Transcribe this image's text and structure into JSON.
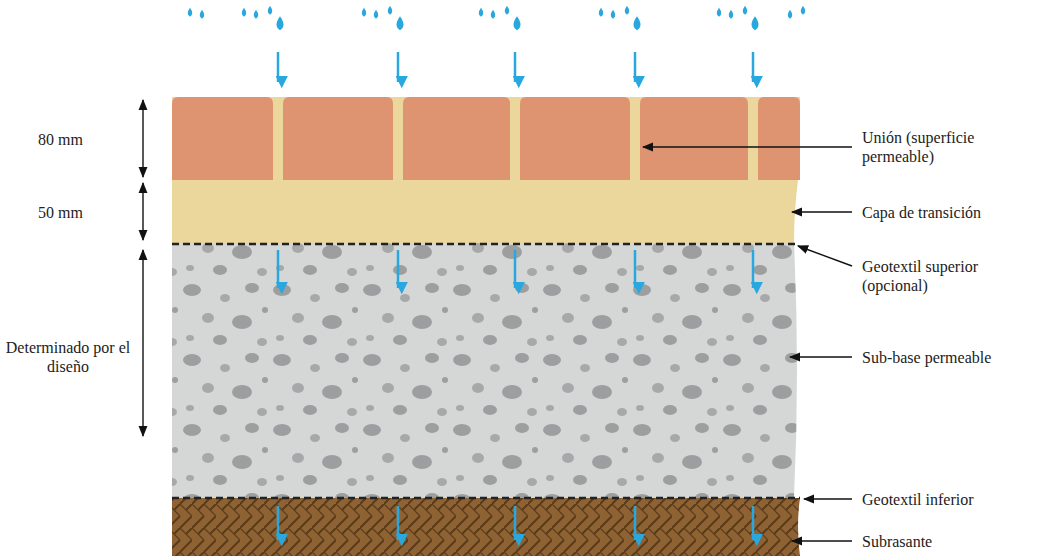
{
  "diagram": {
    "labels": [
      "80 mm",
      "50 mm",
      "Determinado por el diseño",
      "Unión (superficie permeable)",
      "Capa de transición",
      "Geotextil superior (opcional)",
      "Sub-base permeable",
      "Geotextil inferior",
      "Subrasante"
    ]
  }
}
